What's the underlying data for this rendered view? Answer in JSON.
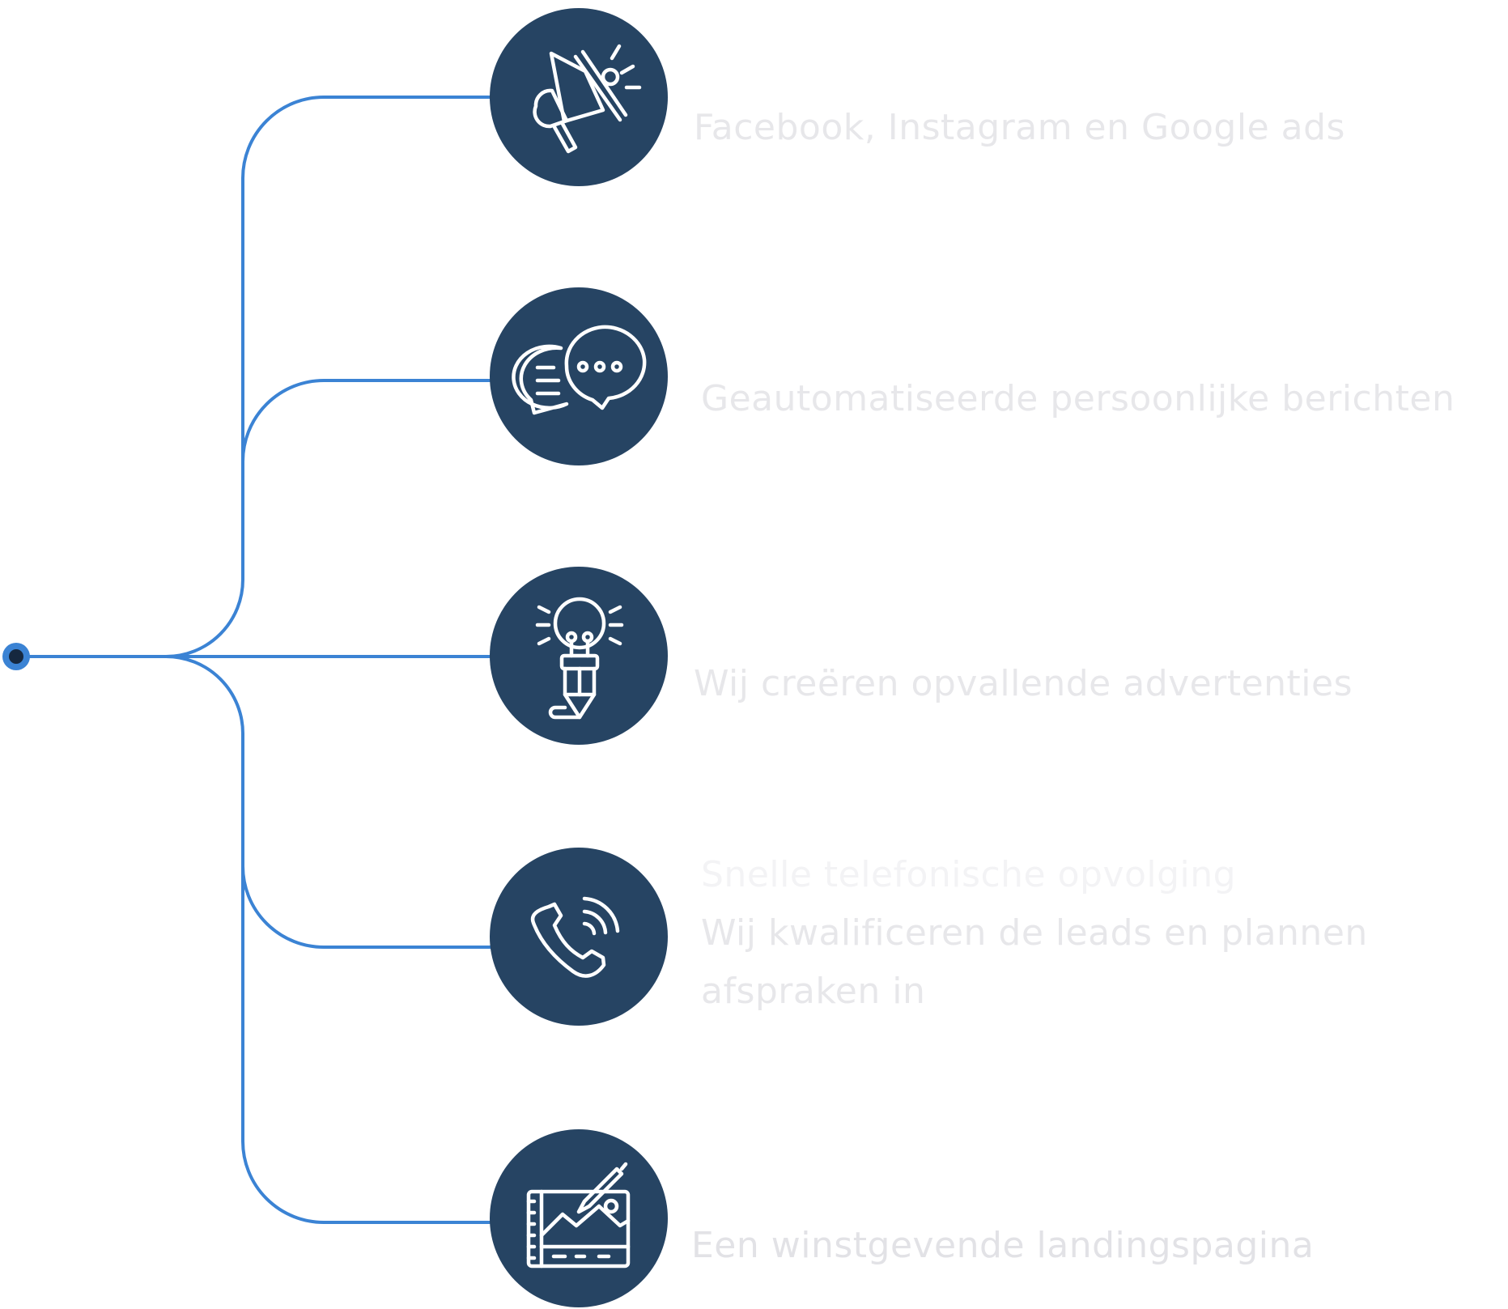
{
  "diagram": {
    "accent_color": "#3b83d4",
    "node_color": "#264463",
    "icon_color": "#ffffff",
    "text_color": "#e7e7ea",
    "items": [
      {
        "id": "ads",
        "icon": "megaphone-icon",
        "lines": [
          "Facebook, Instagram en Google ads"
        ]
      },
      {
        "id": "messages",
        "icon": "chat-bubbles-icon",
        "lines": [
          "Geautomatiseerde persoonlijke berichten"
        ]
      },
      {
        "id": "creatives",
        "icon": "lightbulb-pencil-icon",
        "lines": [
          "Wij creëren opvallende advertenties"
        ]
      },
      {
        "id": "followup",
        "icon": "phone-call-icon",
        "lines": [
          "Snelle telefonische opvolging",
          "Wij kwalificeren de leads en plannen",
          "afspraken in"
        ]
      },
      {
        "id": "landing",
        "icon": "landing-page-design-icon",
        "lines": [
          "Een winstgevende landingspagina"
        ]
      }
    ]
  }
}
